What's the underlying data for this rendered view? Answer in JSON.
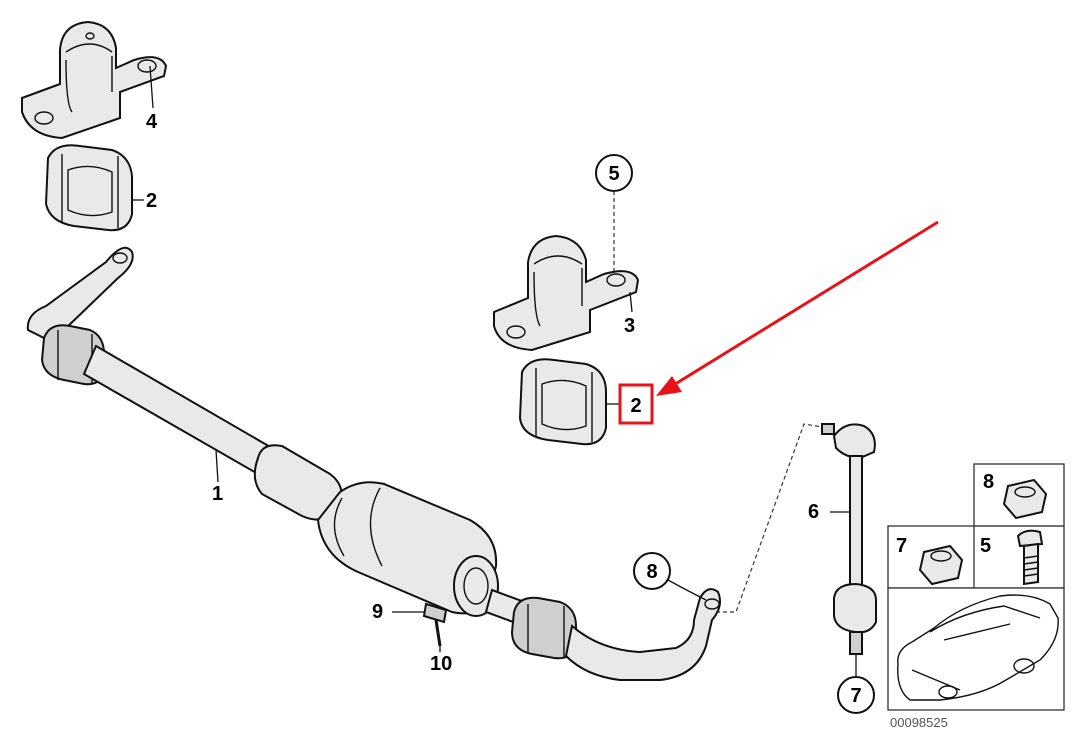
{
  "labels": {
    "p1": "1",
    "p2a": "2",
    "p2b": "2",
    "p3": "3",
    "p4": "4",
    "p5": "5",
    "p6": "6",
    "p7": "7",
    "p8": "8",
    "p9": "9",
    "p10": "10",
    "inset_8": "8",
    "inset_7": "7",
    "inset_5": "5"
  },
  "catalog_number": "00098525",
  "colors": {
    "highlight": "#e8121a",
    "line": "#111111",
    "part_fill": "#e9e9e9"
  },
  "icons": {
    "highlight_arrow": "red-arrow-icon",
    "car": "car-silhouette-icon"
  }
}
